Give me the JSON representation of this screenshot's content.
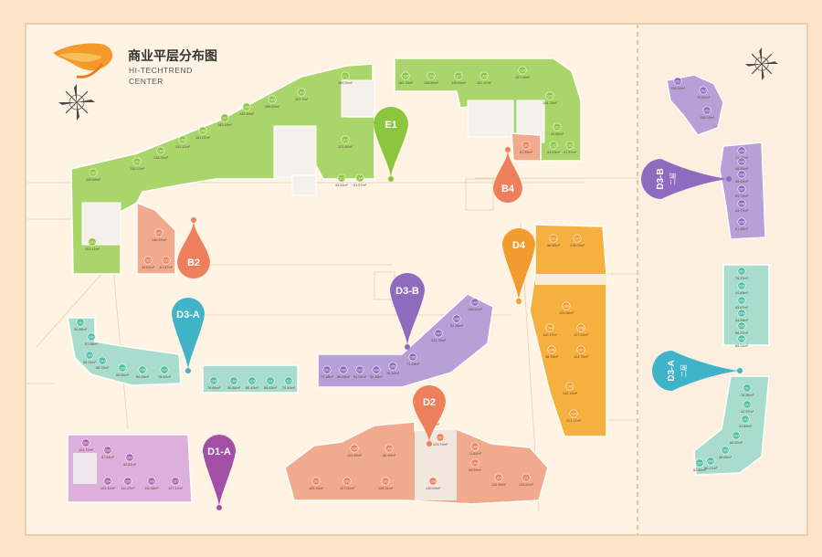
{
  "header": {
    "title": "商业平层分布图",
    "subtitle_line1": "HI-TECHTREND",
    "subtitle_line2": "CENTER"
  },
  "colors": {
    "background": "#fbe4c8",
    "panel": "#fff3e4",
    "green": "#a9d56a",
    "orange": "#f6b040",
    "salmon": "#f2aa8f",
    "purple": "#b6a0d6",
    "teal": "#a8dccc",
    "magenta": "#c56ab9",
    "pin_green": "#8cc63f",
    "pin_orange": "#f29b2f",
    "pin_salmon": "#ee7f5c",
    "pin_purple": "#8e6bbf",
    "pin_teal": "#3fb3c8",
    "pin_magenta": "#a24fa6"
  },
  "signs": {
    "e1": "E1",
    "b4": "B4",
    "b2": "B2",
    "d4": "D4",
    "d3b": "D3-B",
    "d3a": "D3-A",
    "d2": "D2",
    "d1a": "D1-A",
    "right_d3b": "D3-B",
    "right_d3a": "D3-A",
    "right_floor": "二层"
  },
  "compass_icons": [
    "compass-rose-icon",
    "compass-rose-icon"
  ],
  "units": {
    "green": [
      {
        "num": "101",
        "area": "251.11m²"
      },
      {
        "num": "102",
        "area": "200.89m²"
      },
      {
        "num": "103",
        "area": "120.12m²"
      },
      {
        "num": "104",
        "area": "136.26m²"
      },
      {
        "num": "105",
        "area": "112.12m²"
      },
      {
        "num": "106",
        "area": "161.02m²"
      },
      {
        "num": "107",
        "area": "163.48m²"
      },
      {
        "num": "108",
        "area": "122.49m²"
      },
      {
        "num": "109",
        "area": "159.53m²"
      },
      {
        "num": "110",
        "area": "207.7m²"
      },
      {
        "num": "111",
        "area": "169.39m²"
      },
      {
        "num": "112",
        "area": "121.86m²"
      },
      {
        "num": "113",
        "area": "43.61m²"
      },
      {
        "num": "114",
        "area": "61.57m²"
      },
      {
        "num": "115",
        "area": "162.78m²"
      },
      {
        "num": "116",
        "area": "136.89m²"
      },
      {
        "num": "117",
        "area": "145.69m²"
      },
      {
        "num": "118",
        "area": "151.37m²"
      },
      {
        "num": "119",
        "area": "157.05m²"
      },
      {
        "num": "120",
        "area": "154.78m²"
      },
      {
        "num": "121",
        "area": "33.65m²"
      },
      {
        "num": "122",
        "area": "43.63m²"
      },
      {
        "num": "123",
        "area": "41.57m²"
      }
    ],
    "b2": [
      {
        "num": "101",
        "area": "146.59m²"
      },
      {
        "num": "102",
        "area": "43.61m²"
      },
      {
        "num": "103",
        "area": "61.57m²"
      }
    ],
    "b4": [
      {
        "num": "101",
        "area": "61.59m²"
      }
    ],
    "orange": [
      {
        "num": "101",
        "area": "56.59m²"
      },
      {
        "num": "102",
        "area": "178.09m²"
      },
      {
        "num": "103",
        "area": "125.08m²"
      },
      {
        "num": "104",
        "area": "110.47m²"
      },
      {
        "num": "105",
        "area": "127.53m²"
      },
      {
        "num": "106",
        "area": "98.15m²"
      },
      {
        "num": "107",
        "area": "104.78m²"
      },
      {
        "num": "108",
        "area": "142.18m²"
      },
      {
        "num": "109",
        "area": "201.17m²"
      }
    ],
    "d3b_main": [
      {
        "num": "101",
        "area": "77.18m²"
      },
      {
        "num": "102",
        "area": "86.08m²"
      },
      {
        "num": "103",
        "area": "51.01m²"
      },
      {
        "num": "104",
        "area": "52.42m²"
      },
      {
        "num": "105",
        "area": "78.19m²"
      },
      {
        "num": "106",
        "area": "71.09m²"
      },
      {
        "num": "107",
        "area": "131.78m²"
      },
      {
        "num": "108",
        "area": "92.34m²"
      },
      {
        "num": "109",
        "area": "148.61m²"
      }
    ],
    "d3a_main": [
      {
        "num": "101",
        "area": "96.96m²"
      },
      {
        "num": "102",
        "area": "57.98m²"
      },
      {
        "num": "103",
        "area": "66.21m²"
      },
      {
        "num": "104",
        "area": "68.72m²"
      },
      {
        "num": "105",
        "area": "60.55m²"
      },
      {
        "num": "106",
        "area": "80.09m²"
      },
      {
        "num": "107",
        "area": "78.60m²"
      },
      {
        "num": "108",
        "area": "76.69m²"
      },
      {
        "num": "109",
        "area": "80.58m²"
      },
      {
        "num": "110",
        "area": "66.42m²"
      },
      {
        "num": "111",
        "area": "86.43m²"
      },
      {
        "num": "112",
        "area": "70.40m²"
      }
    ],
    "d2": [
      {
        "num": "101",
        "area": "189.76m²"
      },
      {
        "num": "102",
        "area": "127.00m²"
      },
      {
        "num": "103",
        "area": "125.31m²"
      },
      {
        "num": "104",
        "area": "130.59m²"
      },
      {
        "num": "105",
        "area": "104.89m²"
      },
      {
        "num": "106",
        "area": "86.49m²"
      },
      {
        "num": "107",
        "area": "123.79m²"
      },
      {
        "num": "108",
        "area": "71.53m²"
      },
      {
        "num": "109",
        "area": "84.99m²"
      },
      {
        "num": "110",
        "area": "115.39m²"
      },
      {
        "num": "111",
        "area": "143.61m²"
      },
      {
        "num": "112",
        "area": "61.45m²"
      }
    ],
    "d1a": [
      {
        "num": "101",
        "area": "101.72m²"
      },
      {
        "num": "102",
        "area": "97.54m²"
      },
      {
        "num": "103",
        "area": "52.81m²"
      },
      {
        "num": "104",
        "area": "103.16m²"
      },
      {
        "num": "105",
        "area": "111.07m²"
      },
      {
        "num": "106",
        "area": "111.08m²"
      },
      {
        "num": "107",
        "area": "127.13m²"
      }
    ],
    "right_d3b": [
      {
        "num": "201",
        "area": "130.09m²"
      },
      {
        "num": "202",
        "area": "70.61m²"
      },
      {
        "num": "203",
        "area": "155.53m²"
      },
      {
        "num": "204",
        "area": "71.08m²"
      },
      {
        "num": "205",
        "area": "46.35m²"
      },
      {
        "num": "206",
        "area": "46.37m²"
      },
      {
        "num": "207",
        "area": "65.79m²"
      },
      {
        "num": "208",
        "area": "43.77m²"
      },
      {
        "num": "209",
        "area": "61.48m²"
      }
    ],
    "right_d3a_top": [
      {
        "num": "201",
        "area": "78.37m²"
      },
      {
        "num": "202",
        "area": "44.69m²"
      },
      {
        "num": "203",
        "area": "43.67m²"
      },
      {
        "num": "204",
        "area": "44.59m²"
      },
      {
        "num": "205",
        "area": "56.37m²"
      },
      {
        "num": "206",
        "area": "65.21m²"
      }
    ],
    "right_d3a_bottom": [
      {
        "num": "201",
        "area": "78.39m²"
      },
      {
        "num": "202",
        "area": "42.37m²"
      },
      {
        "num": "203",
        "area": "41.89m²"
      },
      {
        "num": "204",
        "area": "44.02m²"
      },
      {
        "num": "205",
        "area": "48.89m²"
      },
      {
        "num": "206",
        "area": "56.17m²"
      },
      {
        "num": "207",
        "area": "52.39m²"
      }
    ]
  }
}
